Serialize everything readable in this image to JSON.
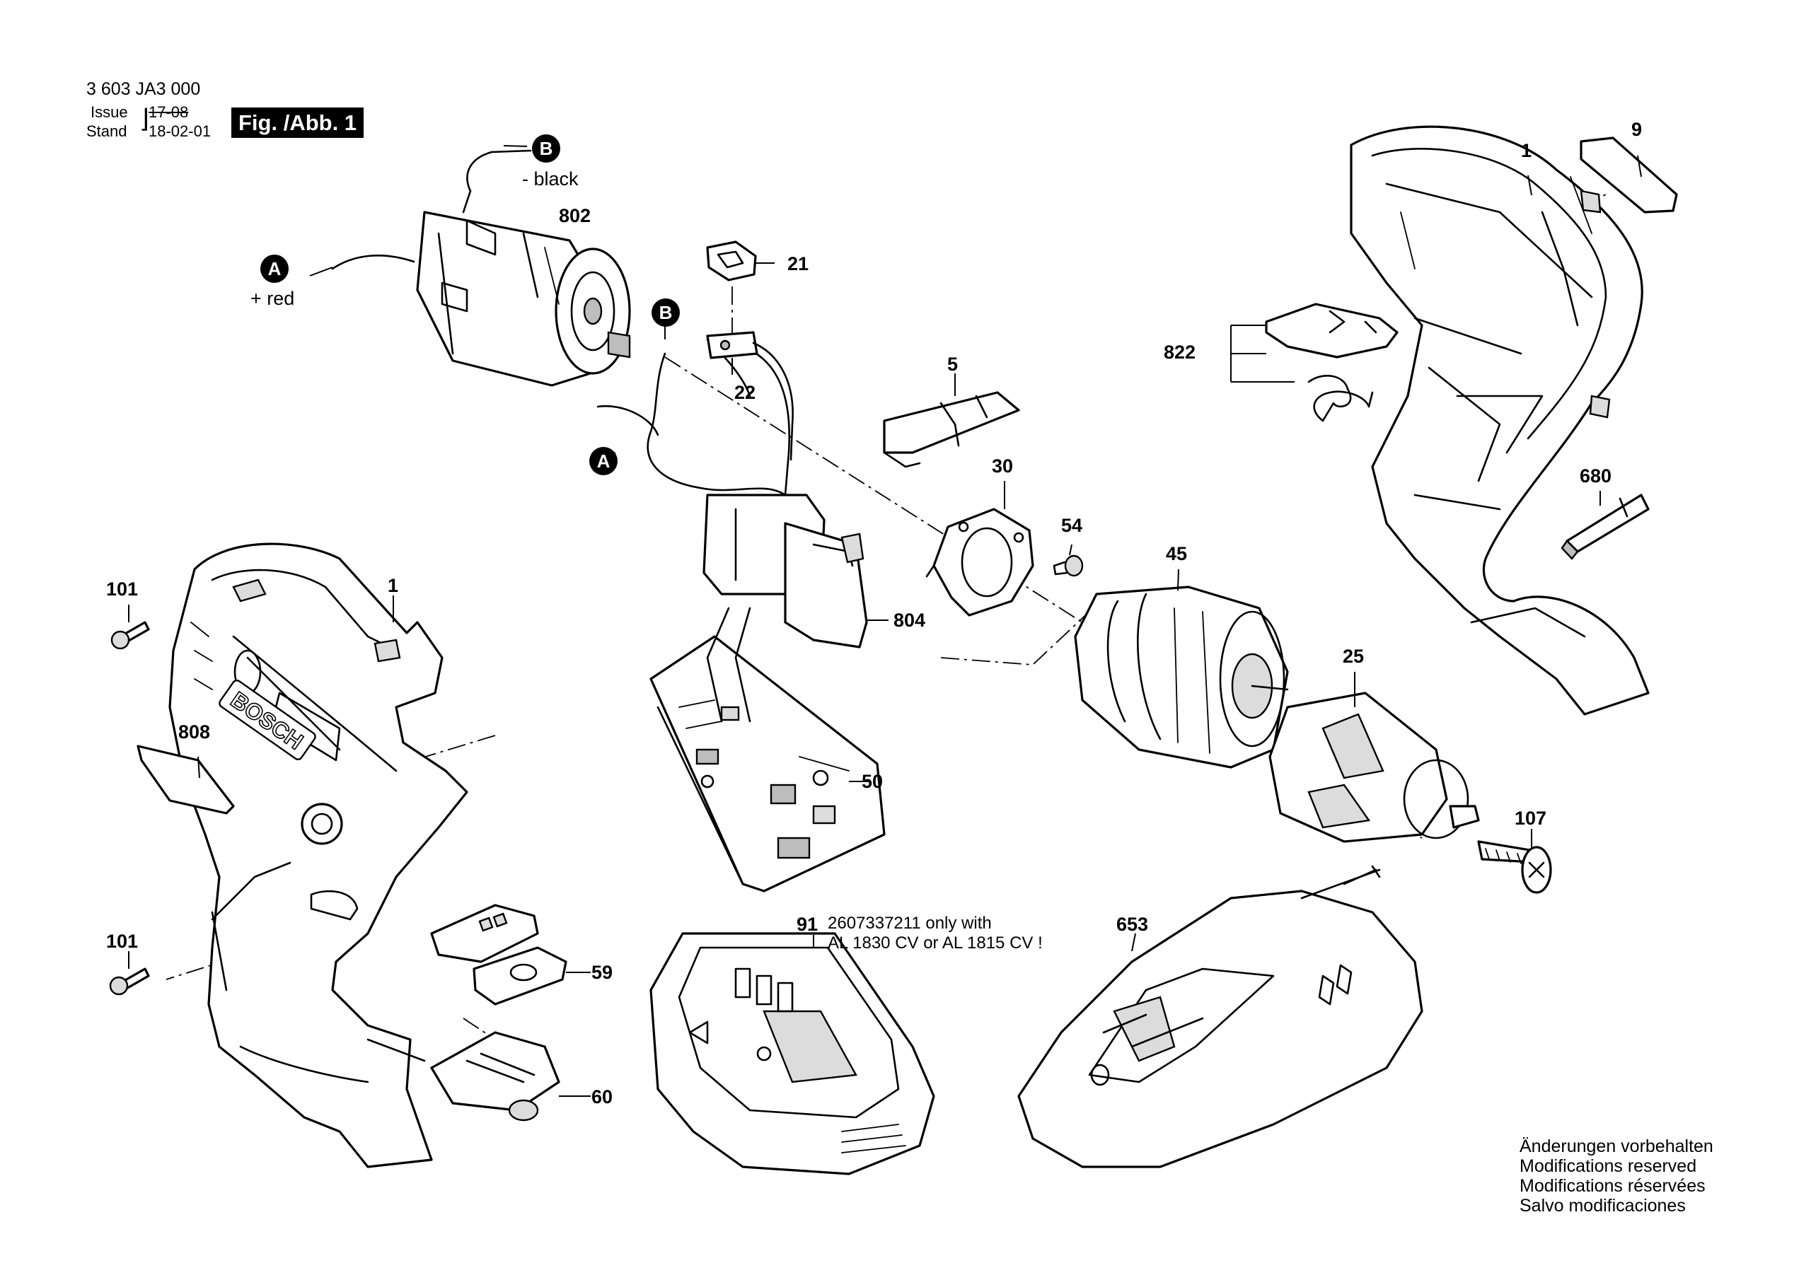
{
  "header": {
    "doc_number": "3 603 JA3 000",
    "issue_label": "Issue",
    "issue_value": "17-08",
    "stand_label": "Stand",
    "stand_value": "18-02-01",
    "figure_title": "Fig. /Abb. 1"
  },
  "connectors": {
    "a_letter": "A",
    "b_letter": "B",
    "a_note": "+ red",
    "b_note": "- black"
  },
  "parts": {
    "p1": "1",
    "p5": "5",
    "p9": "9",
    "p21": "21",
    "p22": "22",
    "p25": "25",
    "p30": "30",
    "p45": "45",
    "p50": "50",
    "p54": "54",
    "p59": "59",
    "p60": "60",
    "p91": "91",
    "p101": "101",
    "p107": "107",
    "p653": "653",
    "p680": "680",
    "p802": "802",
    "p804": "804",
    "p808": "808",
    "p822": "822"
  },
  "part91_note": {
    "line1": "2607337211 only with",
    "line2": "AL 1830 CV or AL 1815 CV !"
  },
  "housing_brand": "BOSCH",
  "notes": [
    "Änderungen vorbehalten",
    "Modifications reserved",
    "Modifications réservées",
    "Salvo modificaciones"
  ]
}
